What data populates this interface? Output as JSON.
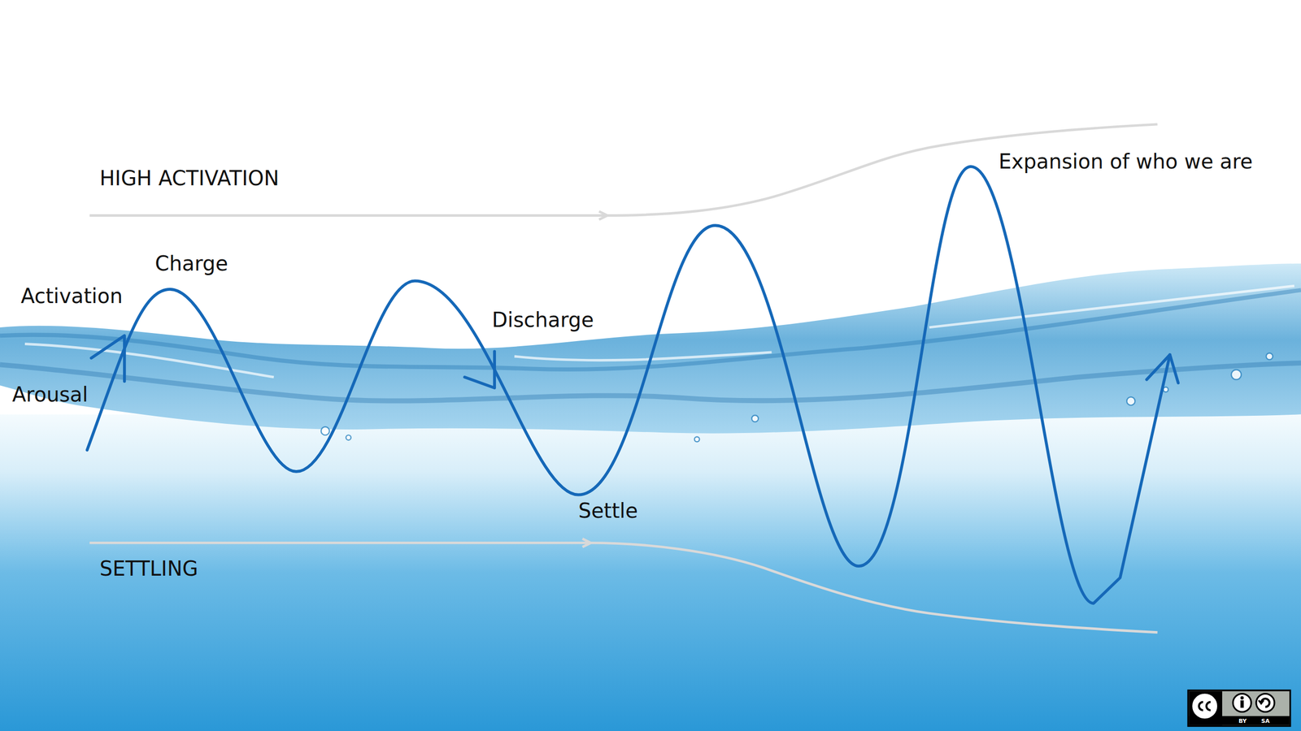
{
  "diagram": {
    "labels": [
      "Expansion of who we are",
      "HIGH ACTIVATION",
      "Charge",
      "Activation",
      "Discharge",
      "Arousal",
      "Settle",
      "SETTLING",
      "BY",
      "SA"
    ]
  }
}
